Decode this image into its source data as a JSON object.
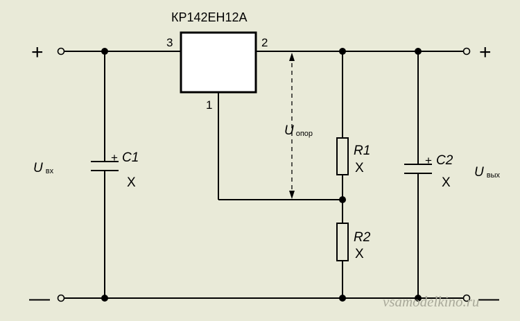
{
  "ic": {
    "name": "КР142ЕН12А",
    "pin_in": "3",
    "pin_out": "2",
    "pin_adj": "1"
  },
  "input": {
    "plus": "+",
    "minus": "—",
    "label": "U",
    "sub": "вх"
  },
  "output": {
    "plus": "+",
    "minus": "—",
    "label": "U",
    "sub": "вых"
  },
  "ref": {
    "label": "U",
    "sub": "опор"
  },
  "c1": {
    "label": "C1",
    "plus": "+",
    "value": "X"
  },
  "c2": {
    "label": "C2",
    "plus": "+",
    "value": "X"
  },
  "r1": {
    "label": "R1",
    "value": "X"
  },
  "r2": {
    "label": "R2",
    "value": "X"
  },
  "watermark": "vsamodelkino.ru",
  "colors": {
    "background": "#e9ead8",
    "ink": "#000000"
  }
}
